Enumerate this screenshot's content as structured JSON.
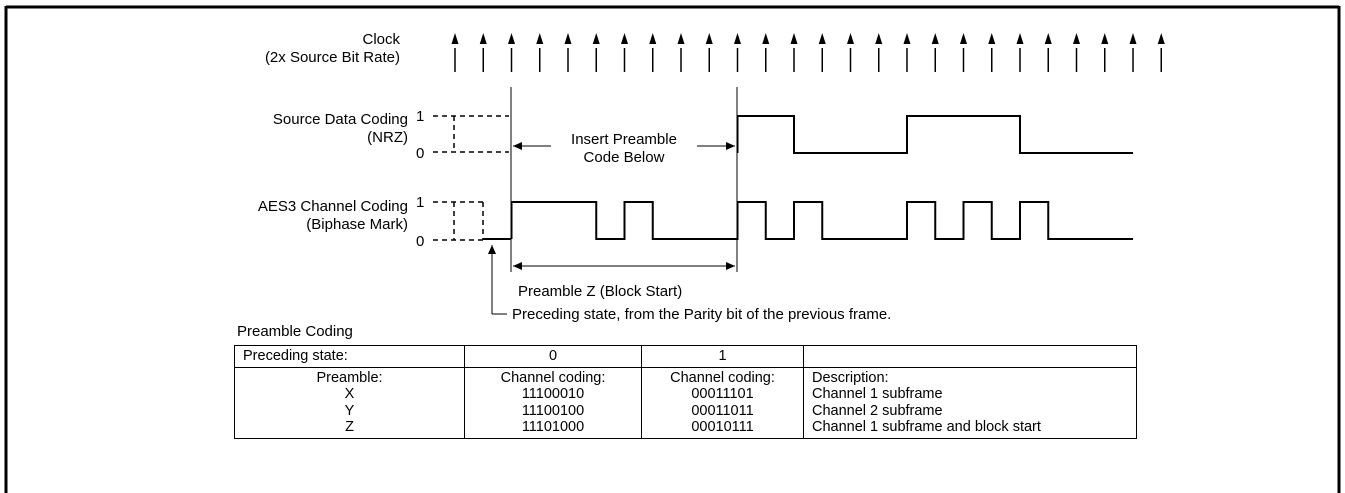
{
  "clock": {
    "label_line1": "Clock",
    "label_line2": "(2x Source Bit Rate)",
    "tick_count": 26
  },
  "source": {
    "label_line1": "Source Data Coding",
    "label_line2": "(NRZ)",
    "level_high": "1",
    "level_low": "0",
    "insert_line1": "Insert Preamble",
    "insert_line2": "Code Below",
    "data_levels": [
      1,
      1,
      0,
      0,
      0,
      0,
      1,
      1,
      1,
      1,
      0,
      0,
      0,
      0
    ]
  },
  "channel": {
    "label_line1": "AES3 Channel Coding",
    "label_line2": "(Biphase Mark)",
    "level_high": "1",
    "level_low": "0",
    "preamble_levels": [
      1,
      1,
      1,
      0,
      1,
      0,
      0,
      0
    ],
    "data_levels": [
      1,
      0,
      1,
      0,
      0,
      0,
      1,
      0,
      1,
      0,
      1,
      0,
      0,
      0
    ]
  },
  "annotations": {
    "preamble_z": "Preamble Z (Block Start)",
    "preceding_state": "Preceding state, from the  Parity bit of the previous frame."
  },
  "table": {
    "caption": "Preamble Coding",
    "header": [
      "Preceding state:",
      "0",
      "1",
      ""
    ],
    "col_heads": [
      "Preamble:",
      "Channel coding:",
      "Channel coding:",
      "Description:"
    ],
    "rows": [
      [
        "X",
        "11100010",
        "00011101",
        "Channel 1 subframe"
      ],
      [
        "Y",
        "11100100",
        "00011011",
        "Channel 2 subframe"
      ],
      [
        "Z",
        "11101000",
        "00010111",
        "Channel 1 subframe and block start"
      ]
    ]
  },
  "colors": {
    "line": "#000000",
    "background": "#ffffff"
  }
}
